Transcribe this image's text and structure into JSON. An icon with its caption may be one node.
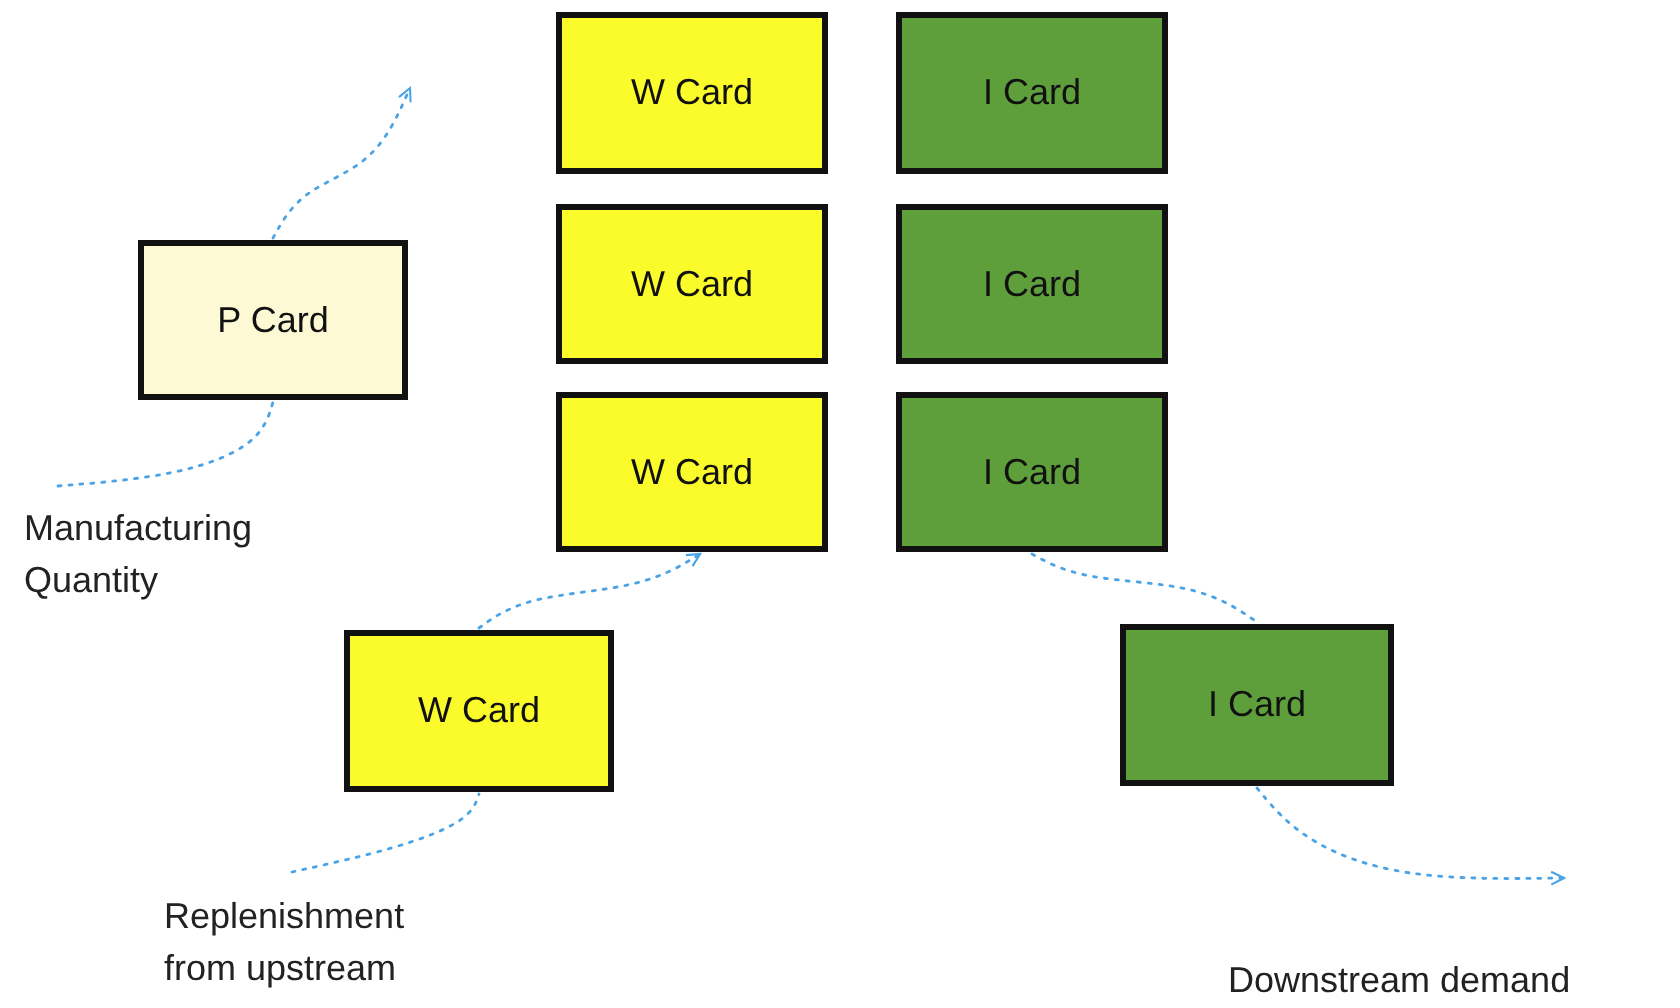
{
  "diagram": {
    "nodes": [
      {
        "text": [
          "W Card"
        ]
      },
      {
        "text": [
          "I Card"
        ]
      },
      {
        "text": [
          "P Card"
        ]
      },
      {
        "text": [
          "W Card"
        ]
      },
      {
        "text": [
          "I Card"
        ]
      },
      {
        "text": [
          "W Card"
        ]
      },
      {
        "text": [
          "I Card"
        ]
      },
      {
        "text": [
          "Manufacturing Quantity"
        ]
      },
      {
        "text": [
          "W Card"
        ]
      },
      {
        "text": [
          "I Card"
        ]
      },
      {
        "text": [
          "Replenishment from upstream"
        ]
      },
      {
        "text": [
          "Downstream demand"
        ]
      }
    ],
    "edges": [
      {
        "from": 7,
        "to": 2,
        "arrow": "none",
        "style": "dashed"
      },
      {
        "from": 2,
        "to": null,
        "arrow": "to",
        "style": "dashed"
      },
      {
        "from": 10,
        "to": 8,
        "arrow": "none",
        "style": "dashed"
      },
      {
        "from": 8,
        "to": 5,
        "arrow": "to",
        "style": "dashed"
      },
      {
        "from": 6,
        "to": 9,
        "arrow": "none",
        "style": "dashed"
      },
      {
        "from": 9,
        "to": 11,
        "arrow": "to",
        "style": "dashed"
      }
    ]
  }
}
